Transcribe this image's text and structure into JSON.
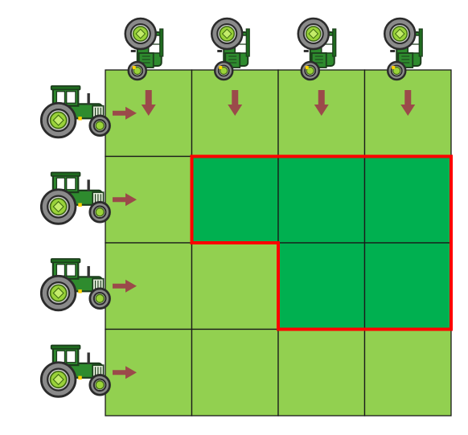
{
  "board": {
    "rows": 4,
    "cols": 4,
    "cells": [
      [
        "light",
        "light",
        "light",
        "light"
      ],
      [
        "light",
        "dark",
        "dark",
        "dark"
      ],
      [
        "light",
        "light",
        "dark",
        "dark"
      ],
      [
        "light",
        "light",
        "light",
        "light"
      ]
    ],
    "colors": {
      "light": "#92d050",
      "dark": "#00b050",
      "grid_line": "#1a1a1a",
      "outline": "#ff0000",
      "arrow": "#9b4a4a",
      "tractor_body": "#2e8b2e",
      "tractor_tire": "#8a8a8a",
      "tractor_hub": "#9ad33a"
    }
  },
  "tractors": {
    "left_side": {
      "count": 4,
      "icon": "tractor-icon",
      "direction": "right"
    },
    "top_side": {
      "count": 4,
      "icon": "tractor-icon",
      "direction": "down"
    }
  }
}
